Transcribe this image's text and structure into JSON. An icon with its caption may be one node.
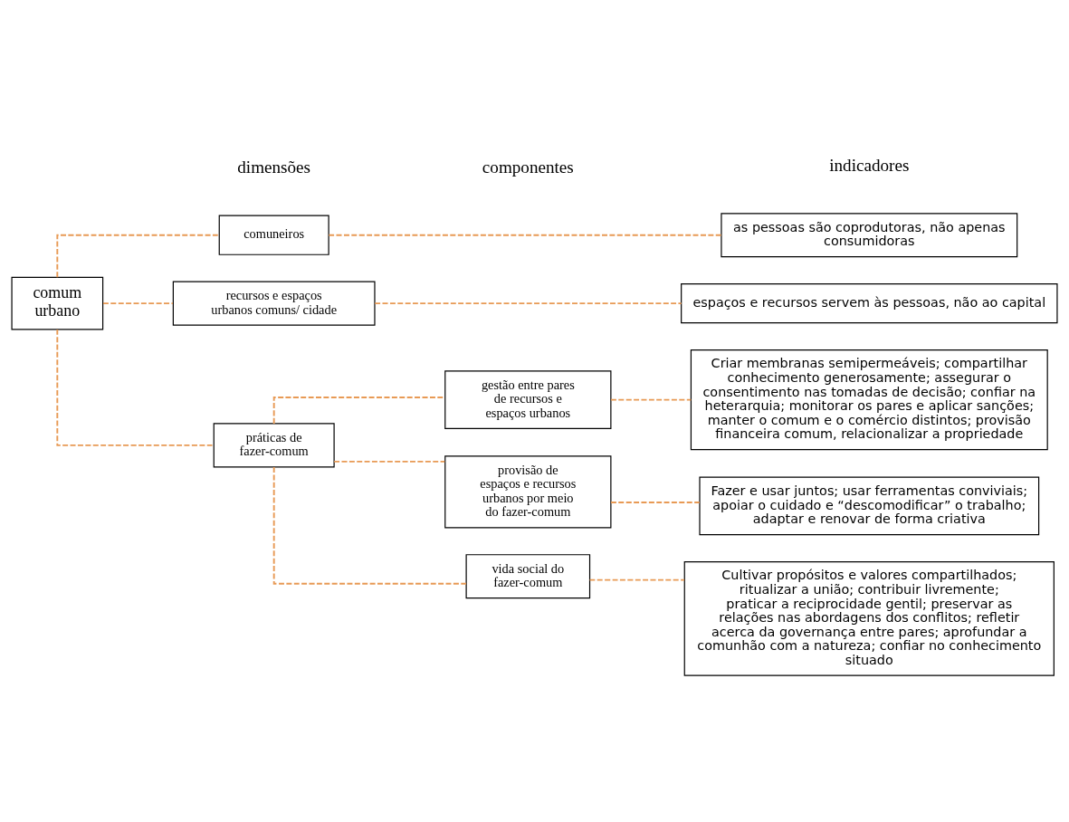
{
  "diagram": {
    "nodes": [
      {
        "text": [
          "comum urbano"
        ]
      },
      {
        "text": [
          "recursos e espaços urbanos comuns/ cidade"
        ]
      },
      {
        "text": [
          "práticas de fazer-comum"
        ]
      },
      {
        "text": [
          "comuneiros"
        ]
      },
      {
        "text": [
          "vida social do fazer-comum"
        ]
      },
      {
        "text": [
          "gestão entre pares de recursos e espaços urbanos"
        ]
      },
      {
        "text": [
          "provisão de espaços e recursos urbanos por meio do fazer-comum"
        ]
      },
      {
        "text": [
          "espaços e recursos servem às pessoas, não ao capital"
        ]
      },
      {
        "text": [
          "Cultivar propósitos e valores compartilhados; ritualizar a união; contribuir livremente; praticar a reciprocidade gentil; preservar as relações nas abordagens dos conflitos; refletir acerca da governança entre pares; aprofundar a comunhão com a natureza; confiar no conhecimento situado"
        ]
      },
      {
        "text": [
          "Criar membranas semipermeáveis; compartilhar conhecimento generosamente; assegurar o consentimento nas tomadas de decisão; confiar na heterarquia; monitorar os pares e aplicar sanções; manter o comum e o comércio distintos; provisão financeira comum, relacionalizar a propriedade"
        ]
      },
      {
        "text": [
          "Fazer e usar juntos; usar ferramentas conviviais; apoiar o cuidado e “descomodificar” o trabalho; adaptar e renovar de forma criativa"
        ]
      },
      {
        "text": [
          "as pessoas são coprodutoras, não apenas consumidoras"
        ]
      }
    ],
    "edges": [
      {
        "from": 0,
        "to": 1,
        "arrow": "none",
        "style": "dashed"
      },
      {
        "from": 0,
        "to": 2,
        "arrow": "none",
        "style": "dashed"
      },
      {
        "from": 0,
        "to": 3,
        "arrow": "none",
        "style": "dashed"
      },
      {
        "from": 1,
        "to": 7,
        "arrow": "none",
        "style": "dashed"
      },
      {
        "from": 2,
        "to": 4,
        "arrow": "none",
        "style": "dashed"
      },
      {
        "from": 2,
        "to": 5,
        "arrow": "none",
        "style": "dashed"
      },
      {
        "from": 2,
        "to": 6,
        "arrow": "none",
        "style": "dashed"
      },
      {
        "from": 4,
        "to": 8,
        "arrow": "none",
        "style": "dashed"
      },
      {
        "from": 5,
        "to": 9,
        "arrow": "none",
        "style": "dashed"
      },
      {
        "from": 6,
        "to": 10,
        "arrow": "none",
        "style": "dashed"
      },
      {
        "from": 3,
        "to": 11,
        "arrow": "none",
        "style": "dashed"
      }
    ],
    "labels": [
      "dimensões",
      "componentes",
      "indicadores"
    ]
  }
}
